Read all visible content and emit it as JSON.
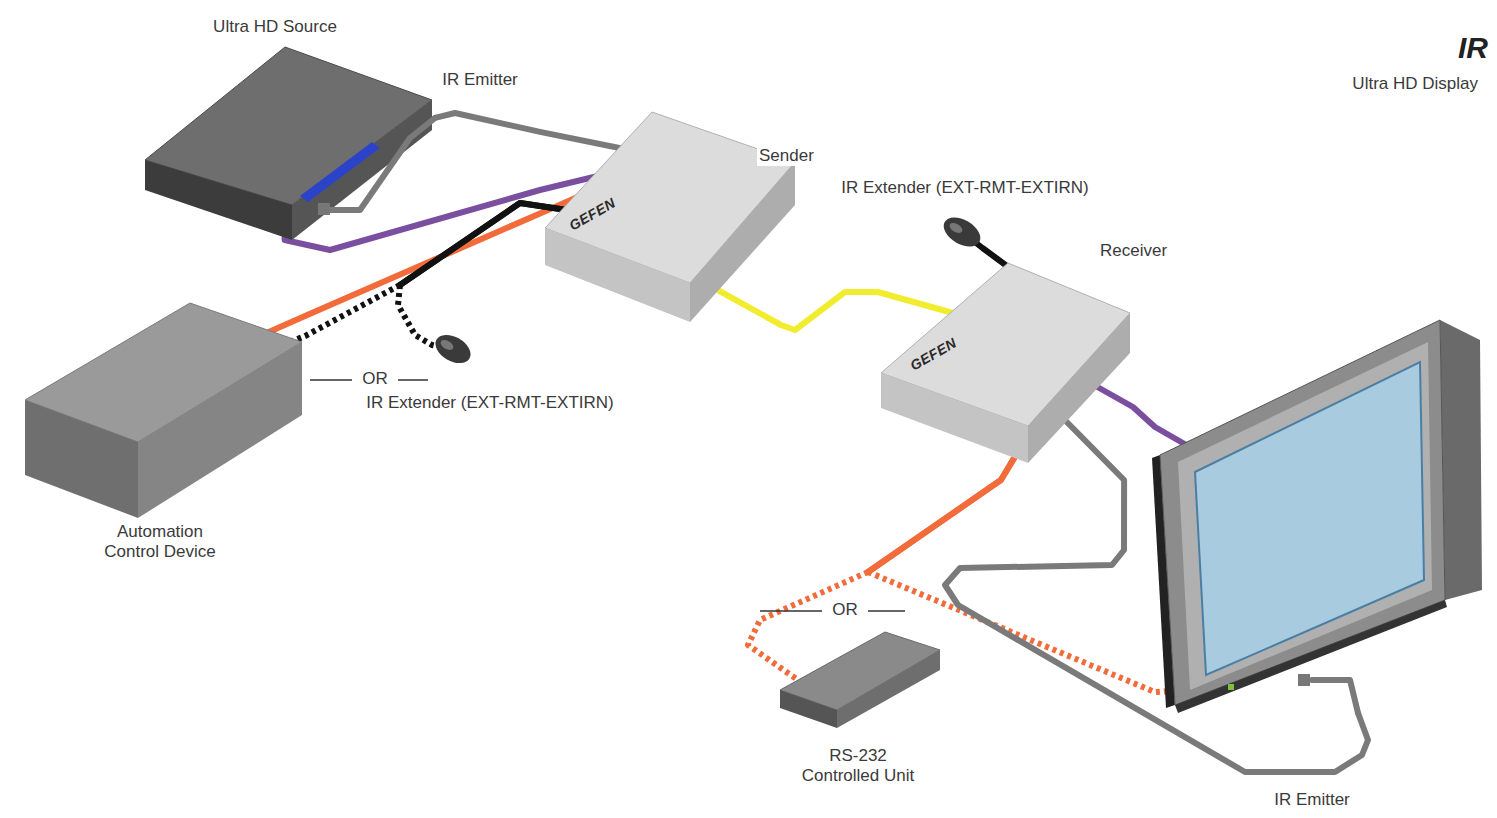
{
  "diagram": {
    "nodes": [
      {
        "text": [
          "Ultra HD Source"
        ]
      },
      {
        "text": [
          "Sender",
          "GEFEN"
        ]
      },
      {
        "text": [
          "IR Extender (EXT-RMT-EXTIRN)"
        ]
      },
      {
        "text": [
          "Receiver",
          "GEFEN"
        ]
      },
      {
        "text": [
          "Ultra HD Display"
        ]
      },
      {
        "text": [
          "Automation Control Device"
        ]
      },
      {
        "text": [
          "IR Extender (EXT-RMT-EXTIRN)"
        ]
      },
      {
        "text": [
          "RS-232 Controlled Unit"
        ]
      }
    ],
    "edges": [
      {
        "from": 0,
        "to": 1,
        "arrow": "none"
      },
      {
        "from": 1,
        "to": 0,
        "arrow": "none"
      },
      {
        "from": 5,
        "to": 1,
        "arrow": "none"
      },
      {
        "from": 1,
        "to": 5,
        "arrow": "none"
      },
      {
        "from": 1,
        "to": 6,
        "arrow": "none"
      },
      {
        "from": 1,
        "to": 3,
        "arrow": "none"
      },
      {
        "from": 3,
        "to": 2,
        "arrow": "none"
      },
      {
        "from": 3,
        "to": 4,
        "arrow": "none"
      },
      {
        "from": 3,
        "to": 7,
        "arrow": "none"
      },
      {
        "from": 3,
        "to": 4,
        "arrow": "none"
      },
      {
        "from": 3,
        "to": 4,
        "arrow": "none"
      }
    ],
    "labels": [
      "IR",
      "IR Emitter",
      "OR",
      "OR",
      "IR Emitter"
    ]
  }
}
